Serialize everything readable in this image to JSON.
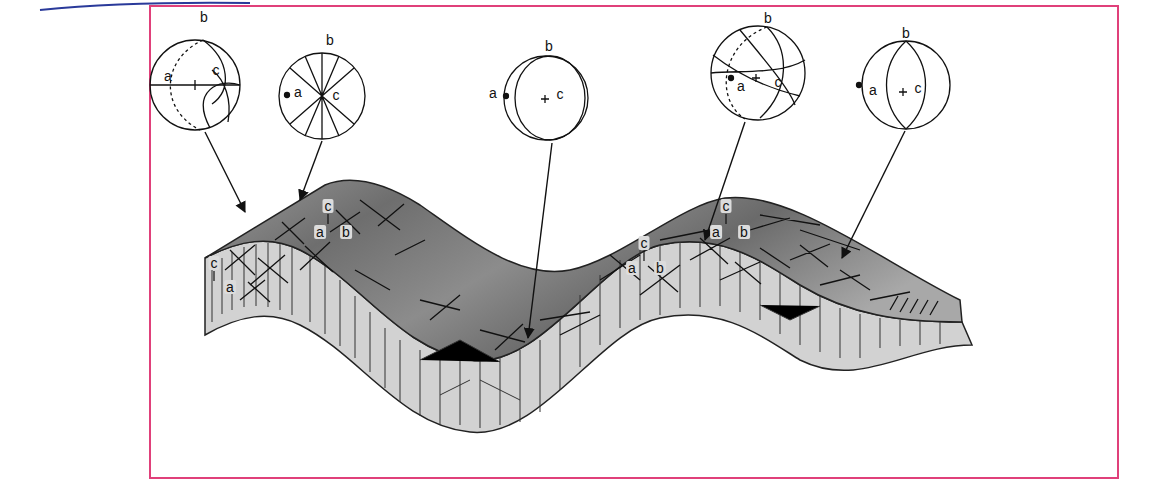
{
  "diagram": {
    "labels": [
      "b",
      "a",
      "c",
      "b",
      "a",
      "c",
      "b",
      "a",
      "c",
      "b",
      "a",
      "c",
      "b",
      "a",
      "c",
      "c",
      "a",
      "c",
      "a",
      "b",
      "c",
      "a",
      "b",
      "c",
      "a",
      "b"
    ]
  }
}
